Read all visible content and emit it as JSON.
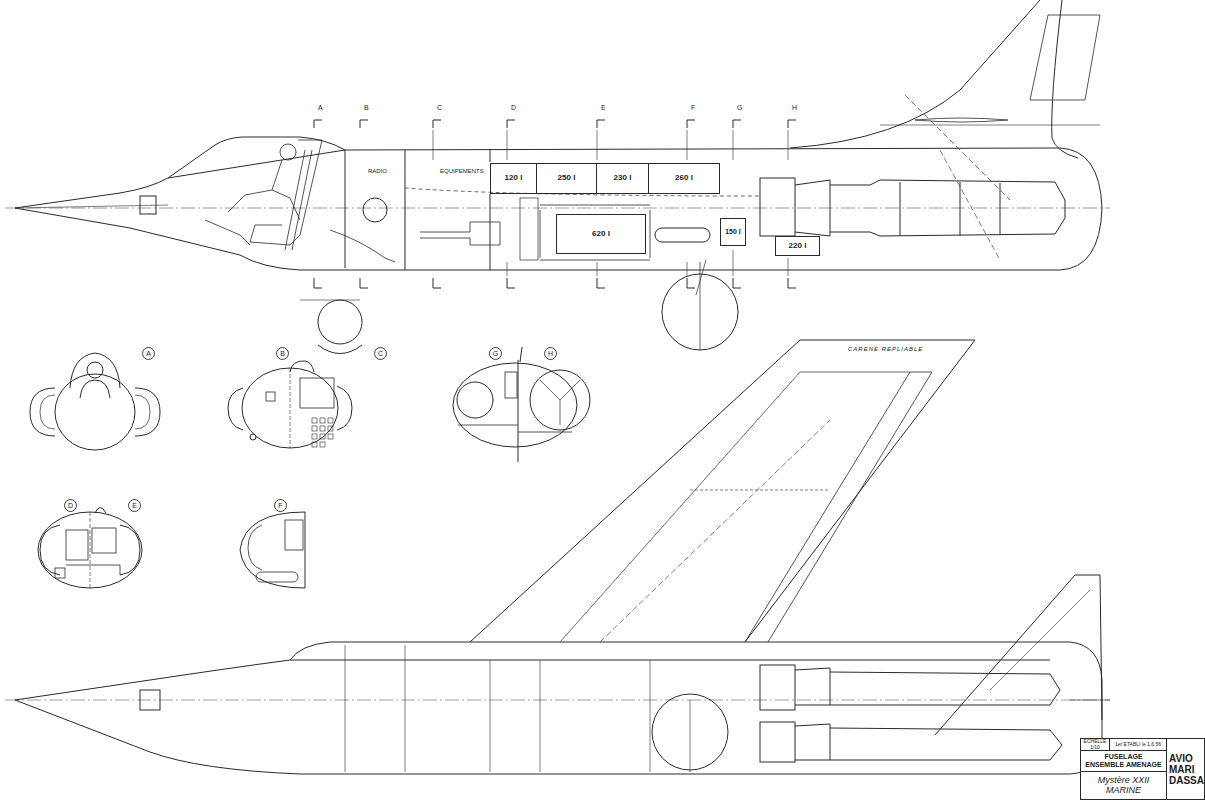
{
  "diagram": {
    "nodes": [
      {
        "text": [
          "120 l"
        ]
      },
      {
        "text": [
          "250 l"
        ]
      },
      {
        "text": [
          "230 l"
        ]
      },
      {
        "text": [
          "260 l"
        ]
      },
      {
        "text": [
          "620 l"
        ]
      },
      {
        "text": [
          "150 l"
        ]
      },
      {
        "text": [
          "220 l"
        ]
      },
      {
        "text": [
          "A"
        ]
      },
      {
        "text": [
          "B"
        ]
      },
      {
        "text": [
          "C"
        ]
      },
      {
        "text": [
          "G"
        ]
      },
      {
        "text": [
          "H"
        ]
      },
      {
        "text": [
          "D"
        ]
      },
      {
        "text": [
          "E"
        ]
      },
      {
        "text": [
          "F"
        ]
      },
      {
        "text": [
          "ECHELLE",
          "1/10"
        ]
      },
      {
        "text": [
          "1er ETABLI le 1.6.56"
        ]
      },
      {
        "text": [
          "FUSELAGE",
          "ENSEMBLE AMENAGE"
        ]
      },
      {
        "text": [
          "Mystère XXII",
          "MARINE"
        ]
      },
      {
        "text": [
          "AVIO MARI DASSA"
        ]
      }
    ],
    "labels": [
      "A",
      "B",
      "C",
      "D",
      "E",
      "F",
      "G",
      "H",
      "RADIO",
      "EQUIPEMENTS",
      "CARENE REPLIABLE"
    ]
  }
}
